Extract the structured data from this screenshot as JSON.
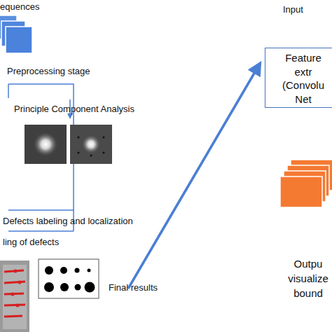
{
  "diagram": {
    "nodes": [
      {
        "text": [
          "Feature extr (Convolu Net"
        ]
      }
    ],
    "labels": [
      "equences",
      "Preprocessing stage",
      "Principle Component Analysis",
      "Defects labeling and localization",
      "ling of defects",
      "Final results",
      "Input",
      "Outpu visualize bound"
    ]
  }
}
